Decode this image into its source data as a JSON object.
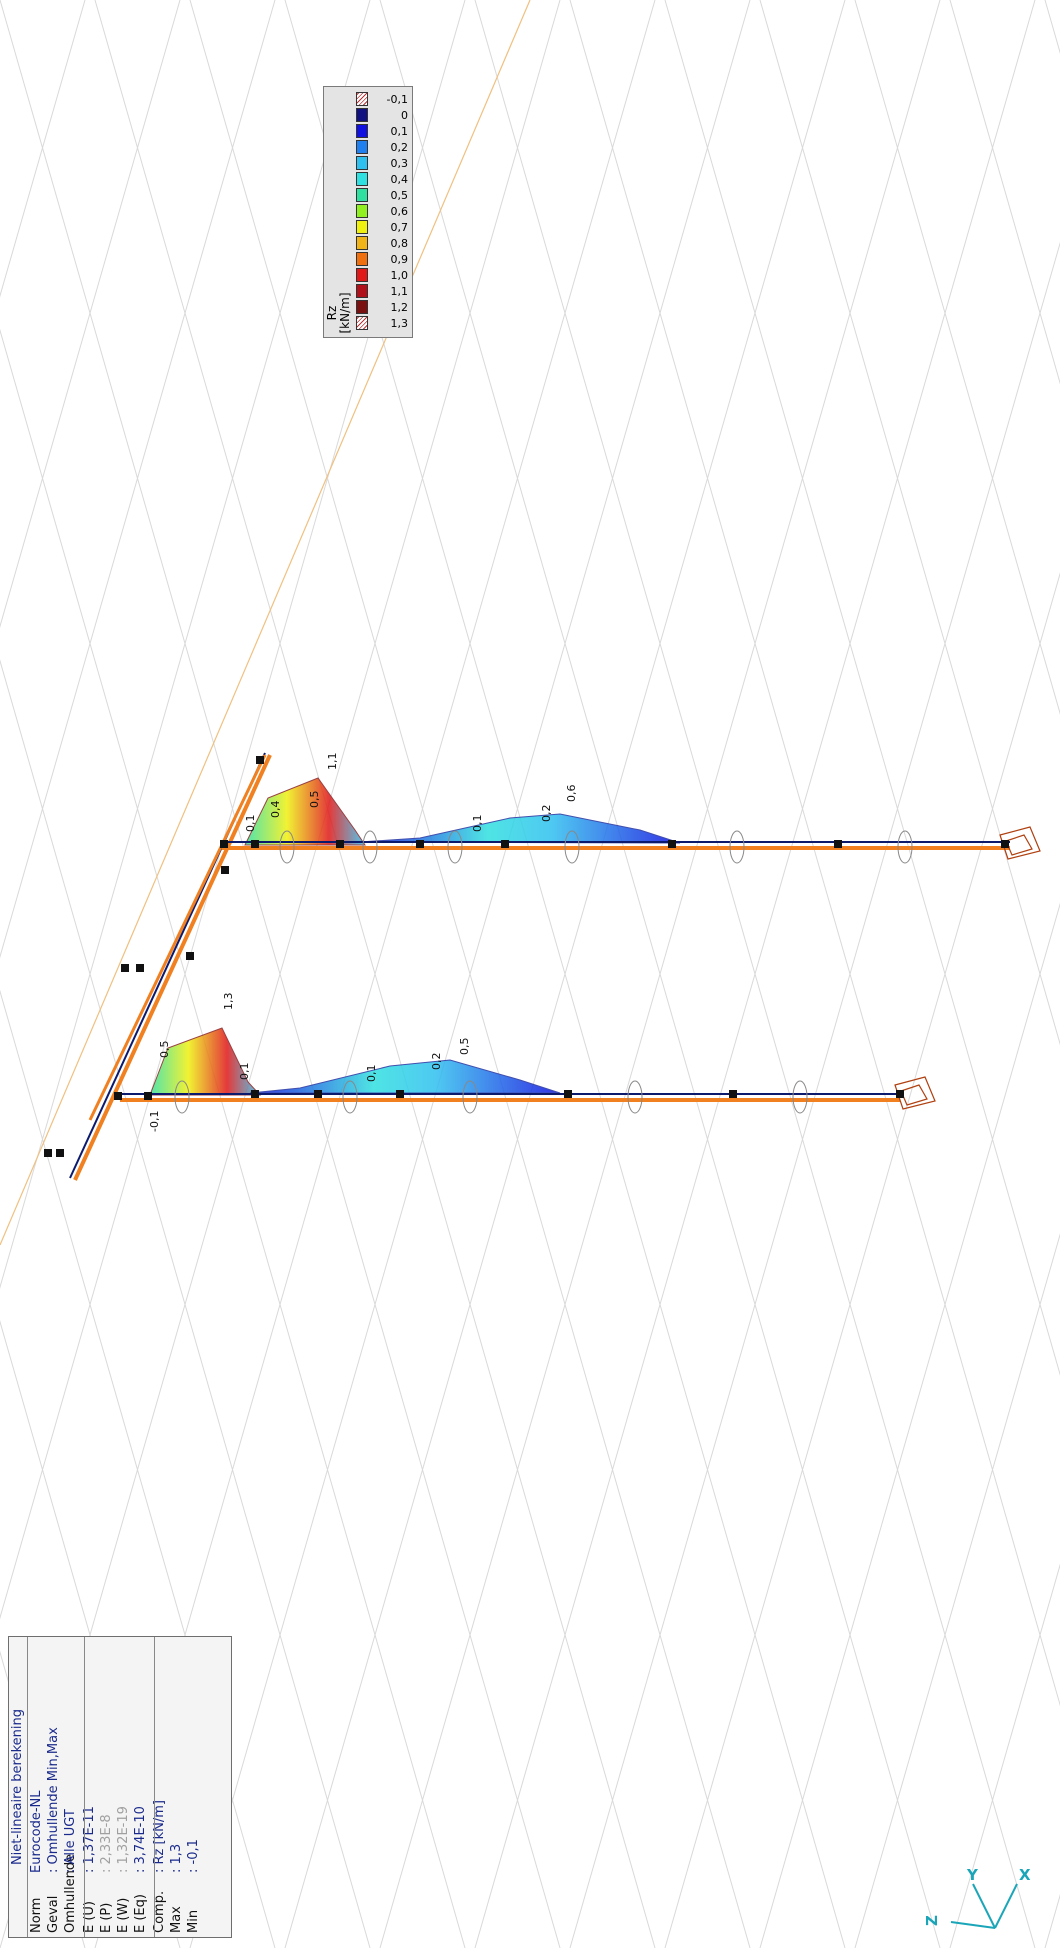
{
  "info_panel": {
    "title": "Niet-lineaire berekening",
    "rows": [
      {
        "key": "Norm",
        "value": "Eurocode-NL",
        "dim": false
      },
      {
        "key": "Geval",
        "value": ": Omhullende Min,Max",
        "dim": false
      },
      {
        "key": "Omhullende",
        "value": ": Alle UGT",
        "dim": false
      },
      {
        "key": "E (U)",
        "value": ": 1,37E-11",
        "dim": false
      },
      {
        "key": "E (P)",
        "value": ": 2,33E-8",
        "dim": true
      },
      {
        "key": "E (W)",
        "value": ": 1,32E-19",
        "dim": true
      },
      {
        "key": "E (Eq)",
        "value": ": 3,74E-10",
        "dim": false
      },
      {
        "key": "Comp.",
        "value": ": Rz [kN/m]",
        "dim": false
      },
      {
        "key": "Max",
        "value": ": 1,3",
        "dim": false
      },
      {
        "key": "Min",
        "value": ": -0,1",
        "dim": false
      }
    ]
  },
  "legend": {
    "title": "Rz",
    "unit": "[kN/m]",
    "items": [
      {
        "value": "1,3",
        "color": "#ffffff",
        "hatch": true
      },
      {
        "value": "1,2",
        "color": "#7b1010"
      },
      {
        "value": "1,1",
        "color": "#b0101a"
      },
      {
        "value": "1,0",
        "color": "#e01818"
      },
      {
        "value": "0,9",
        "color": "#f07010"
      },
      {
        "value": "0,8",
        "color": "#f0b418"
      },
      {
        "value": "0,7",
        "color": "#f0f010"
      },
      {
        "value": "0,6",
        "color": "#90f020"
      },
      {
        "value": "0,5",
        "color": "#30e0a0"
      },
      {
        "value": "0,4",
        "color": "#30e0e0"
      },
      {
        "value": "0,3",
        "color": "#30c0f0"
      },
      {
        "value": "0,2",
        "color": "#2080f0"
      },
      {
        "value": "0,1",
        "color": "#1010e0"
      },
      {
        "value": "0",
        "color": "#101080"
      },
      {
        "value": "-0,1",
        "color": "#ffffff",
        "hatch": true
      }
    ]
  },
  "result_labels": [
    {
      "text": "-0,1"
    },
    {
      "text": "0,5"
    },
    {
      "text": "1,3"
    },
    {
      "text": "0,1"
    },
    {
      "text": "0,1"
    },
    {
      "text": "0,2"
    },
    {
      "text": "0,5"
    },
    {
      "text": "0,1"
    },
    {
      "text": "0,4"
    },
    {
      "text": "0,5"
    },
    {
      "text": "1,1"
    },
    {
      "text": "0,1"
    },
    {
      "text": "0,2"
    },
    {
      "text": "0,6"
    }
  ],
  "axes": {
    "x": "X",
    "y": "Y",
    "z": "Z"
  }
}
